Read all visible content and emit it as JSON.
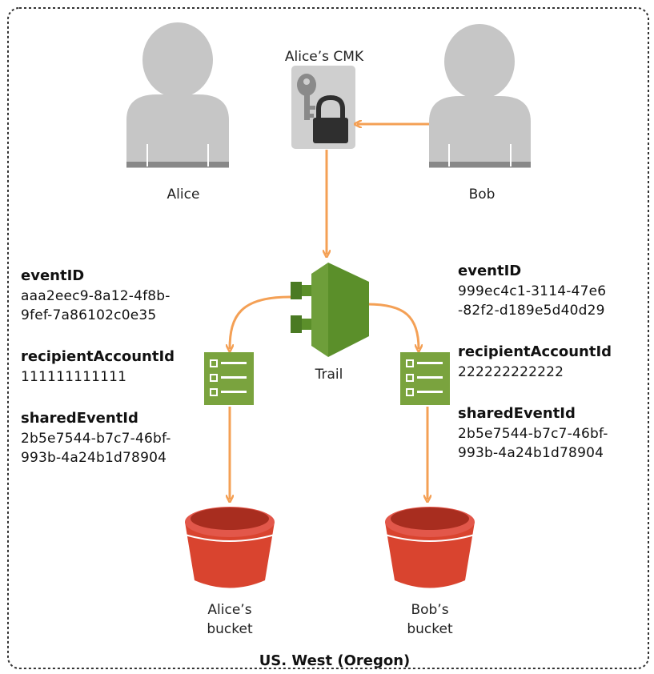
{
  "region": "US. West (Oregon)",
  "actors": {
    "alice": "Alice",
    "bob": "Bob"
  },
  "cmk": {
    "label": "Alice’s CMK"
  },
  "trail": {
    "label": "Trail"
  },
  "buckets": {
    "alice": {
      "line1": "Alice’s",
      "line2": "bucket"
    },
    "bob": {
      "line1": "Bob’s",
      "line2": "bucket"
    }
  },
  "left_event": {
    "event_id_key": "eventID",
    "event_id_line1": "aaa2eec9-8a12-4f8b-",
    "event_id_line2": "9fef-7a86102c0e35",
    "recipient_key": "recipientAccountId",
    "recipient_value": "111111111111",
    "shared_key": "sharedEventId",
    "shared_line1": "2b5e7544-b7c7-46bf-",
    "shared_line2": "993b-4a24b1d78904"
  },
  "right_event": {
    "event_id_key": "eventID",
    "event_id_line1": "999ec4c1-3114-47e6",
    "event_id_line2": "-82f2-d189e5d40d29",
    "recipient_key": "recipientAccountId",
    "recipient_value": "222222222222",
    "shared_key": "sharedEventId",
    "shared_line1": "2b5e7544-b7c7-46bf-",
    "shared_line2": "993b-4a24b1d78904"
  },
  "colors": {
    "arrow": "#f4a055",
    "person": "#c6c6c6",
    "person_stripe": "#888888",
    "log_green": "#7aa33e",
    "trail_green": "#5b8f2a",
    "bucket_red": "#d9442f",
    "key_box": "#cfcfcf",
    "border": "#333333"
  },
  "icons": [
    "user-icon",
    "key-icon",
    "lock-icon",
    "trail-icon",
    "log-file-icon",
    "bucket-icon"
  ]
}
